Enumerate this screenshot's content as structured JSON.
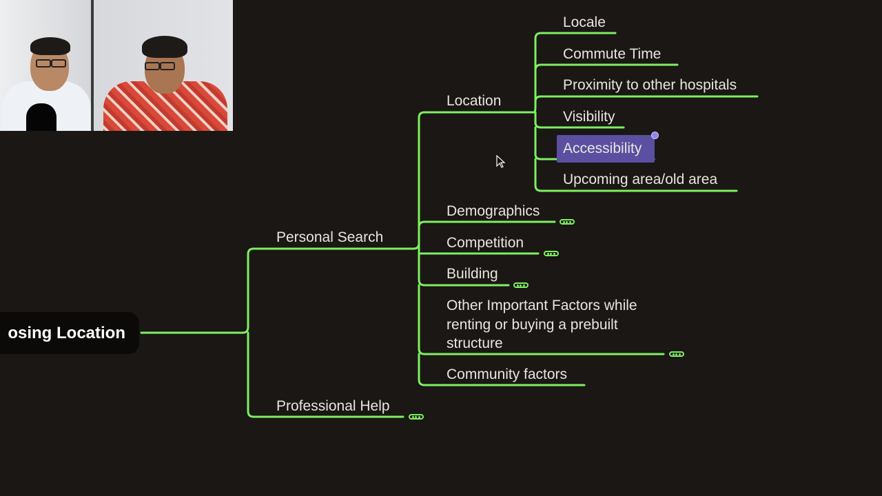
{
  "mindmap": {
    "root": "osing Location",
    "branches": {
      "personal_search": "Personal Search",
      "professional_help": "Professional Help"
    },
    "personal_search_children": {
      "location": "Location",
      "demographics": "Demographics",
      "competition": "Competition",
      "building": "Building",
      "other_factors": "Other Important Factors while renting or buying a prebuilt structure",
      "community": "Community factors"
    },
    "location_children": {
      "locale": "Locale",
      "commute": "Commute Time",
      "proximity": "Proximity to other hospitals",
      "visibility": "Visibility",
      "accessibility": "Accessibility",
      "upcoming": "Upcoming area/old area"
    },
    "selected_node": "Accessibility"
  },
  "colors": {
    "background": "#1a1715",
    "branch_line": "#7ef060",
    "selection": "#5a4fa0",
    "text": "#e9e6e0"
  },
  "webcam": {
    "participants": 2
  }
}
